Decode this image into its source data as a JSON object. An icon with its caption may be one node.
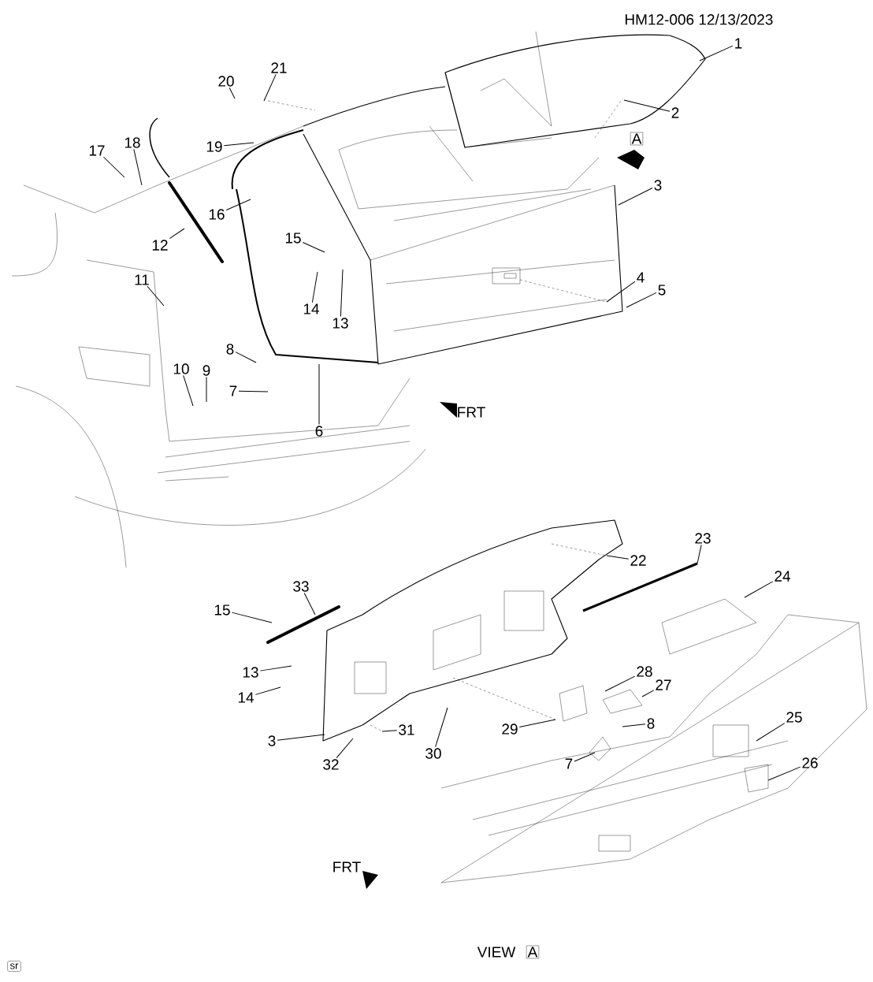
{
  "diagram": {
    "nodes": [
      {
        "text": [
          "1"
        ]
      },
      {
        "text": [
          "2"
        ]
      },
      {
        "text": [
          "3"
        ]
      },
      {
        "text": [
          "4"
        ]
      },
      {
        "text": [
          "5"
        ]
      },
      {
        "text": [
          "6"
        ]
      },
      {
        "text": [
          "7"
        ]
      },
      {
        "text": [
          "8"
        ]
      },
      {
        "text": [
          "9"
        ]
      },
      {
        "text": [
          "10"
        ]
      },
      {
        "text": [
          "11"
        ]
      },
      {
        "text": [
          "12"
        ]
      },
      {
        "text": [
          "13"
        ]
      },
      {
        "text": [
          "14"
        ]
      },
      {
        "text": [
          "15"
        ]
      },
      {
        "text": [
          "16"
        ]
      },
      {
        "text": [
          "17"
        ]
      },
      {
        "text": [
          "18"
        ]
      },
      {
        "text": [
          "19"
        ]
      },
      {
        "text": [
          "20"
        ]
      },
      {
        "text": [
          "21"
        ]
      },
      {
        "text": [
          "22"
        ]
      },
      {
        "text": [
          "23"
        ]
      },
      {
        "text": [
          "33"
        ]
      },
      {
        "text": [
          "15"
        ]
      },
      {
        "text": [
          "24"
        ]
      },
      {
        "text": [
          "28"
        ]
      },
      {
        "text": [
          "27"
        ]
      },
      {
        "text": [
          "13"
        ]
      },
      {
        "text": [
          "14"
        ]
      },
      {
        "text": [
          "29"
        ]
      },
      {
        "text": [
          "8"
        ]
      },
      {
        "text": [
          "25"
        ]
      },
      {
        "text": [
          "3"
        ]
      },
      {
        "text": [
          "31"
        ]
      },
      {
        "text": [
          "30"
        ]
      },
      {
        "text": [
          "26"
        ]
      },
      {
        "text": [
          "32"
        ]
      },
      {
        "text": [
          "7"
        ]
      }
    ],
    "edges": [
      {
        "from": 0,
        "to": null,
        "arrow": "none"
      },
      {
        "from": 1,
        "to": null,
        "arrow": "none"
      },
      {
        "from": 2,
        "to": null,
        "arrow": "none"
      },
      {
        "from": 3,
        "to": null,
        "arrow": "none"
      },
      {
        "from": 4,
        "to": null,
        "arrow": "none"
      },
      {
        "from": 5,
        "to": null,
        "arrow": "none"
      },
      {
        "from": 6,
        "to": null,
        "arrow": "none"
      },
      {
        "from": 7,
        "to": null,
        "arrow": "none"
      },
      {
        "from": 8,
        "to": null,
        "arrow": "none"
      },
      {
        "from": 9,
        "to": null,
        "arrow": "none"
      },
      {
        "from": 10,
        "to": null,
        "arrow": "none"
      },
      {
        "from": 11,
        "to": null,
        "arrow": "none"
      },
      {
        "from": 12,
        "to": null,
        "arrow": "none"
      },
      {
        "from": 13,
        "to": null,
        "arrow": "none"
      },
      {
        "from": 14,
        "to": null,
        "arrow": "none"
      },
      {
        "from": 15,
        "to": null,
        "arrow": "none"
      },
      {
        "from": 16,
        "to": null,
        "arrow": "none"
      },
      {
        "from": 17,
        "to": null,
        "arrow": "none"
      },
      {
        "from": 18,
        "to": null,
        "arrow": "none"
      },
      {
        "from": 19,
        "to": null,
        "arrow": "none"
      },
      {
        "from": 20,
        "to": null,
        "arrow": "none"
      },
      {
        "from": 21,
        "to": null,
        "arrow": "none"
      },
      {
        "from": 22,
        "to": null,
        "arrow": "none"
      },
      {
        "from": 23,
        "to": null,
        "arrow": "none"
      },
      {
        "from": 24,
        "to": null,
        "arrow": "none"
      },
      {
        "from": 25,
        "to": null,
        "arrow": "none"
      },
      {
        "from": 26,
        "to": null,
        "arrow": "none"
      },
      {
        "from": 27,
        "to": null,
        "arrow": "none"
      },
      {
        "from": 28,
        "to": null,
        "arrow": "none"
      },
      {
        "from": 29,
        "to": null,
        "arrow": "none"
      },
      {
        "from": 30,
        "to": null,
        "arrow": "none"
      },
      {
        "from": 31,
        "to": null,
        "arrow": "none"
      },
      {
        "from": 32,
        "to": null,
        "arrow": "none"
      },
      {
        "from": 33,
        "to": null,
        "arrow": "none"
      },
      {
        "from": 34,
        "to": null,
        "arrow": "none"
      },
      {
        "from": 35,
        "to": null,
        "arrow": "none"
      },
      {
        "from": 36,
        "to": null,
        "arrow": "none"
      },
      {
        "from": 37,
        "to": null,
        "arrow": "none"
      },
      {
        "from": 38,
        "to": null,
        "arrow": "none"
      }
    ],
    "labels": [
      "HM12-006 12/13/2023",
      "A",
      "FRT",
      "FRT",
      "VIEW",
      "A",
      "sr"
    ]
  }
}
